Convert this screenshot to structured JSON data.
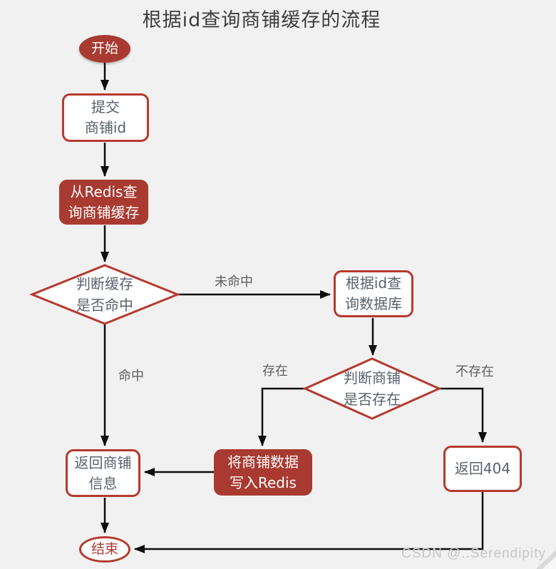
{
  "title": "根据id查询商铺缓存的流程",
  "watermark": "CSDN @..Serendipity",
  "colors": {
    "background": "#f1f1f1",
    "node_fill_red": "#a93a31",
    "node_border_red": "#b53a2e",
    "node_text_gray": "#57616b",
    "title_text": "#3d3d3d",
    "edge_label_text": "#5f5f5f",
    "arrow_black": "#0d0d0d",
    "end_text_red": "#a93a31",
    "watermark_gray": "#c6c6c6"
  },
  "nodes": {
    "start": {
      "label": "开始"
    },
    "submit_id": {
      "line1": "提交",
      "line2": "商铺id"
    },
    "query_redis": {
      "line1": "从Redis查",
      "line2": "询商铺缓存"
    },
    "cache_hit_check": {
      "line1": "判断缓存",
      "line2": "是否命中"
    },
    "query_db": {
      "line1": "根据id查",
      "line2": "询数据库"
    },
    "shop_exists_check": {
      "line1": "判断商铺",
      "line2": "是否存在"
    },
    "write_redis": {
      "line1": "将商铺数据",
      "line2": "写入Redis"
    },
    "return_shop_info": {
      "line1": "返回商铺",
      "line2": "信息"
    },
    "return_404": {
      "label": "返回404"
    },
    "end": {
      "label": "结束"
    }
  },
  "edge_labels": {
    "miss": "未命中",
    "hit": "命中",
    "exists": "存在",
    "not_exists": "不存在"
  }
}
